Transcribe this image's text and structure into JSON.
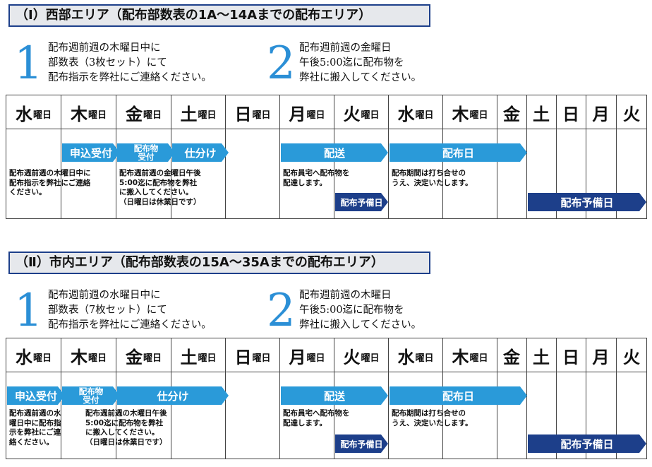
{
  "sections": [
    {
      "title": "（Ⅰ）西部エリア（配布部数表の1A〜14Aまでの配布エリア）",
      "step1": {
        "num": "1",
        "lines": [
          "配布週前週の木曜日中に",
          "部数表（3枚セット）にて",
          "配布指示を弊社にご連絡ください。"
        ]
      },
      "step2": {
        "num": "2",
        "lines": [
          "配布週前週の金曜日",
          "午後5:00迄に配布物を",
          "弊社に搬入してください。"
        ]
      },
      "days": [
        {
          "k": "水",
          "s": "曜日"
        },
        {
          "k": "木",
          "s": "曜日"
        },
        {
          "k": "金",
          "s": "曜日"
        },
        {
          "k": "土",
          "s": "曜日"
        },
        {
          "k": "日",
          "s": "曜日"
        },
        {
          "k": "月",
          "s": "曜日"
        },
        {
          "k": "火",
          "s": "曜日"
        },
        {
          "k": "水",
          "s": "曜日"
        },
        {
          "k": "木",
          "s": "曜日"
        },
        {
          "k": "金",
          "s": ""
        },
        {
          "k": "土",
          "s": ""
        },
        {
          "k": "日",
          "s": ""
        },
        {
          "k": "月",
          "s": ""
        },
        {
          "k": "火",
          "s": ""
        }
      ],
      "arrows": {
        "apply": "申込受付",
        "delivery_goods_1": "配布物",
        "delivery_goods_2": "受付",
        "sort": "仕分け",
        "send": "配送",
        "delivery_day": "配布日",
        "reserve_small": "配布予備日",
        "reserve_big": "配布予備日"
      },
      "notes": {
        "apply": [
          "配布週前週の木曜日中に",
          "配布指示を弊社にご連絡",
          "ください。"
        ],
        "goods": [
          "配布週前週の金曜日午後",
          "5:00迄に配布物を弊社",
          "に搬入してください。",
          "（日曜日は休業日です）"
        ],
        "send": [
          "配布員宅へ配布物を",
          "配達します。"
        ],
        "day": [
          "配布期間は打ち合せの",
          "うえ、決定いたします。"
        ]
      }
    },
    {
      "title": "（Ⅱ）市内エリア（配布部数表の15A〜35Aまでの配布エリア）",
      "step1": {
        "num": "1",
        "lines": [
          "配布週前週の水曜日中に",
          "部数表（7枚セット）にて",
          "配布指示を弊社にご連絡ください。"
        ]
      },
      "step2": {
        "num": "2",
        "lines": [
          "配布週前週の木曜日",
          "午後5:00迄に配布物を",
          "弊社に搬入してください。"
        ]
      },
      "days": [
        {
          "k": "水",
          "s": "曜日"
        },
        {
          "k": "木",
          "s": "曜日"
        },
        {
          "k": "金",
          "s": "曜日"
        },
        {
          "k": "土",
          "s": "曜日"
        },
        {
          "k": "日",
          "s": "曜日"
        },
        {
          "k": "月",
          "s": "曜日"
        },
        {
          "k": "火",
          "s": "曜日"
        },
        {
          "k": "水",
          "s": "曜日"
        },
        {
          "k": "木",
          "s": "曜日"
        },
        {
          "k": "金",
          "s": ""
        },
        {
          "k": "土",
          "s": ""
        },
        {
          "k": "日",
          "s": ""
        },
        {
          "k": "月",
          "s": ""
        },
        {
          "k": "火",
          "s": ""
        }
      ],
      "arrows": {
        "apply": "申込受付",
        "delivery_goods_1": "配布物",
        "delivery_goods_2": "受付",
        "sort": "仕分け",
        "send": "配送",
        "delivery_day": "配布日",
        "reserve_small": "配布予備日",
        "reserve_big": "配布予備日"
      },
      "notes": {
        "apply": [
          "配布週前週の水",
          "曜日中に配布指",
          "示を弊社にご連",
          "絡ください。"
        ],
        "goods": [
          "配布週前週の木曜日午後",
          "5:00迄に配布物を弊社",
          "に搬入してください。",
          "（日曜日は休業日です）"
        ],
        "send": [
          "配布員宅へ配布物を",
          "配達します。"
        ],
        "day": [
          "配布期間は打ち合せの",
          "うえ、決定いたします。"
        ]
      }
    }
  ]
}
